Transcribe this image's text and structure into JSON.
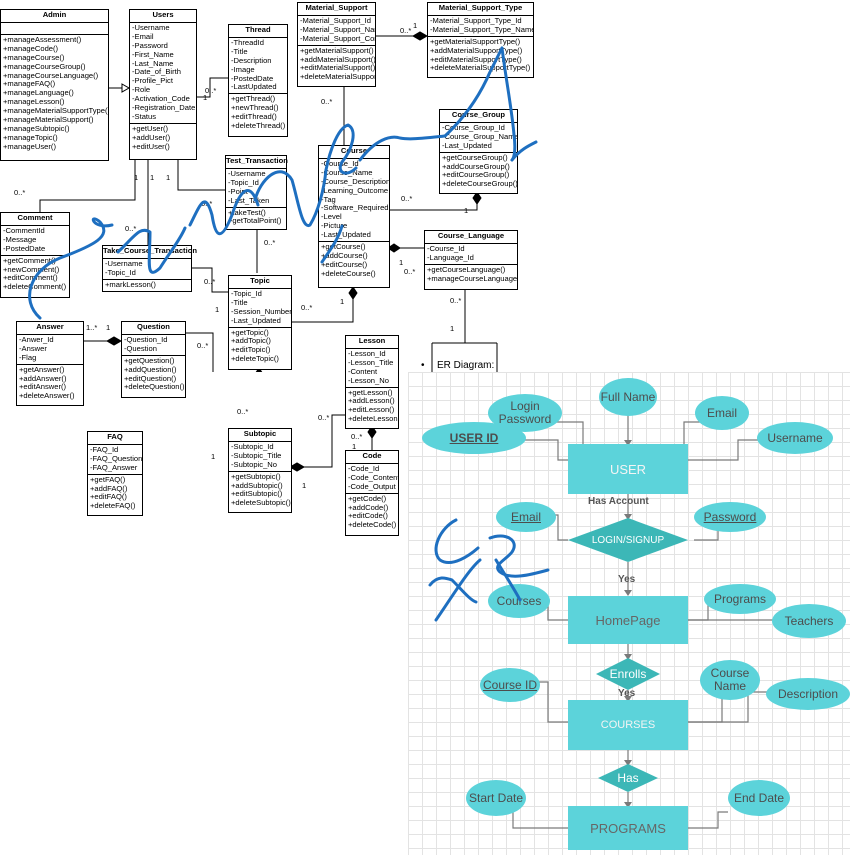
{
  "uml": {
    "classes": {
      "admin": {
        "name": "Admin",
        "attributes": [],
        "methods": [
          "+manageAssessment()",
          "+manageCode()",
          "+manageCourse()",
          "+manageCourseGroup()",
          "+manageCourseLanguage()",
          "+manageFAQ()",
          "+manageLanguage()",
          "+manageLesson()",
          "+manageMaterialSupportType()",
          "+manageMaterialSupport()",
          "+manageSubtopic()",
          "+manageTopic()",
          "+manageUser()"
        ]
      },
      "users": {
        "name": "Users",
        "attributes": [
          "-Username",
          "-Email",
          "-Password",
          "-First_Name",
          "-Last_Name",
          "-Date_of_Birth",
          "-Profile_Pict",
          "-Role",
          "-Activation_Code",
          "-Registration_Date",
          "-Status"
        ],
        "methods": [
          "+getUser()",
          "+addUser()",
          "+editUser()"
        ]
      },
      "thread": {
        "name": "Thread",
        "attributes": [
          "-ThreadId",
          "-Title",
          "-Description",
          "-Image",
          "-PostedDate",
          "-LastUpdated"
        ],
        "methods": [
          "+getThread()",
          "+newThread()",
          "+editThread()",
          "+deleteThread()"
        ]
      },
      "material_support": {
        "name": "Material_Support",
        "attributes": [
          "-Material_Support_Id",
          "-Material_Support_Name",
          "-Material_Support_Content"
        ],
        "methods": [
          "+getMaterialSupport()",
          "+addMaterialSupport()",
          "+editMaterialSupport()",
          "+deleteMaterialSupport()"
        ]
      },
      "material_support_type": {
        "name": "Material_Support_Type",
        "attributes": [
          "-Material_Support_Type_Id",
          "-Material_Support_Type_Name"
        ],
        "methods": [
          "+getMaterialSupportType()",
          "+addMaterialSupportType()",
          "+editMaterialSupportType()",
          "+deleteMaterialSupportType()"
        ]
      },
      "course_group": {
        "name": "Course_Group",
        "attributes": [
          "-Course_Group_Id",
          "-Course_Group_Name",
          "-Last_Updated"
        ],
        "methods": [
          "+getCourseGroup()",
          "+addCourseGroup()",
          "+editCourseGroup()",
          "+deleteCourseGroup()"
        ]
      },
      "test_transaction": {
        "name": "Test_Transaction",
        "attributes": [
          "-Username",
          "-Topic_Id",
          "-Point",
          "-Last_Taken"
        ],
        "methods": [
          "+takeTest()",
          "+getTotalPoint()"
        ]
      },
      "course": {
        "name": "Course",
        "attributes": [
          "-Course_Id",
          "-Course_Name",
          "-Course_Description",
          "-Learning_Outcome",
          "-Tag",
          "-Software_Required",
          "-Level",
          "-Picture",
          "-Last_Updated"
        ],
        "methods": [
          "+getCourse()",
          "+addCourse()",
          "+editCourse()",
          "+deleteCourse()"
        ]
      },
      "comment": {
        "name": "Comment",
        "attributes": [
          "-CommentId",
          "-Message",
          "-PostedDate"
        ],
        "methods": [
          "+getComment()",
          "+newComment()",
          "+editComment()",
          "+deleteComment()"
        ]
      },
      "take_course_transaction": {
        "name": "Take_Course_Transaction",
        "attributes": [
          "-Username",
          "-Topic_Id"
        ],
        "methods": [
          "+markLesson()"
        ]
      },
      "course_language": {
        "name": "Course_Language",
        "attributes": [
          "-Course_Id",
          "-Language_Id"
        ],
        "methods": [
          "+getCourseLanguage()",
          "+manageCourseLanguage()"
        ]
      },
      "topic": {
        "name": "Topic",
        "attributes": [
          "-Topic_Id",
          "-Title",
          "-Session_Number",
          "-Last_Updated"
        ],
        "methods": [
          "+getTopic()",
          "+addTopic()",
          "+editTopic()",
          "+deleteTopic()"
        ]
      },
      "answer": {
        "name": "Answer",
        "attributes": [
          "-Anwer_Id",
          "-Answer",
          "-Flag"
        ],
        "methods": [
          "+getAnswer()",
          "+addAnswer()",
          "+editAnswer()",
          "+deleteAnswer()"
        ]
      },
      "question": {
        "name": "Question",
        "attributes": [
          "-Question_Id",
          "-Question"
        ],
        "methods": [
          "+getQuestion()",
          "+addQuestion()",
          "+editQuestion()",
          "+deleteQuestion()"
        ]
      },
      "lesson": {
        "name": "Lesson",
        "attributes": [
          "-Lesson_Id",
          "-Lesson_Title",
          "-Content",
          "-Lesson_No"
        ],
        "methods": [
          "+getLesson()",
          "+addLesson()",
          "+editLesson()",
          "+deleteLesson()"
        ]
      },
      "faq": {
        "name": "FAQ",
        "attributes": [
          "-FAQ_Id",
          "-FAQ_Question",
          "-FAQ_Answer"
        ],
        "methods": [
          "+getFAQ()",
          "+addFAQ()",
          "+editFAQ()",
          "+deleteFAQ()"
        ]
      },
      "subtopic": {
        "name": "Subtopic",
        "attributes": [
          "-Subtopic_Id",
          "-Subtopic_Title",
          "-Subtopic_No"
        ],
        "methods": [
          "+getSubtopic()",
          "+addSubtopic()",
          "+editSubtopic()",
          "+deleteSubtopic()"
        ]
      },
      "code": {
        "name": "Code",
        "attributes": [
          "-Code_Id",
          "-Code_Content",
          "-Code_Output"
        ],
        "methods": [
          "+getCode()",
          "+addCode()",
          "+editCode()",
          "+deleteCode()"
        ]
      }
    },
    "multiplicities": {
      "users_thread_many": "0..*",
      "users_thread_one": "1",
      "ms_mst_many": "0..*",
      "ms_mst_one": "1",
      "course_ms": "0..*",
      "users_comment_many": "0..*",
      "users_comment_one": "1",
      "users_tct_one": "1",
      "users_tt_one": "1",
      "users_tt_many": "0..*",
      "tct_many": "0..*",
      "course_group_many": "0..*",
      "course_group_one": "1",
      "tt_topic_many": "0..*",
      "cl_one": "1",
      "cl_many": "0..*",
      "lang_many": "0..*",
      "lang_one": "1",
      "tct_topic_many": "0..*",
      "topic_one": "1",
      "course_topic_one": "1",
      "course_topic_many": "0..*",
      "answer_many": "1..*",
      "answer_one": "1",
      "question_many": "0..*",
      "topic_sub_many": "0..*",
      "lesson_many": "0..*",
      "sub_one_left": "1",
      "sub_one_right": "1",
      "code_many": "0..*",
      "code_one": "1"
    }
  },
  "er": {
    "caption": "ER Diagram:",
    "bullet": "•",
    "attributes": {
      "full_name": "Full Name",
      "login_password": "Login Password",
      "email_top": "Email",
      "user_id": "USER ID",
      "username": "Username",
      "email_login": "Email",
      "password": "Password",
      "courses_attr": "Courses",
      "programs_attr": "Programs",
      "teachers": "Teachers",
      "course_id": "Course ID",
      "course_name": "Course Name",
      "description": "Description",
      "start_date": "Start Date",
      "end_date": "End Date"
    },
    "entities": {
      "user": "USER",
      "homepage": "HomePage",
      "courses": "COURSES",
      "programs": "PROGRAMS"
    },
    "relationships": {
      "login_signup": "LOGIN/SIGNUP",
      "enrolls": "Enrolls",
      "has": "Has"
    },
    "edge_labels": {
      "has_account": "Has Account",
      "yes1": "Yes",
      "yes2": "Yes"
    },
    "colors": {
      "attribute": "#5cd3da",
      "entity": "#5cd3da",
      "relationship": "#3cb7b7",
      "connector": "#7a7a7a",
      "scribble": "#1e6fc0",
      "grid": "#e3e3e3"
    }
  }
}
